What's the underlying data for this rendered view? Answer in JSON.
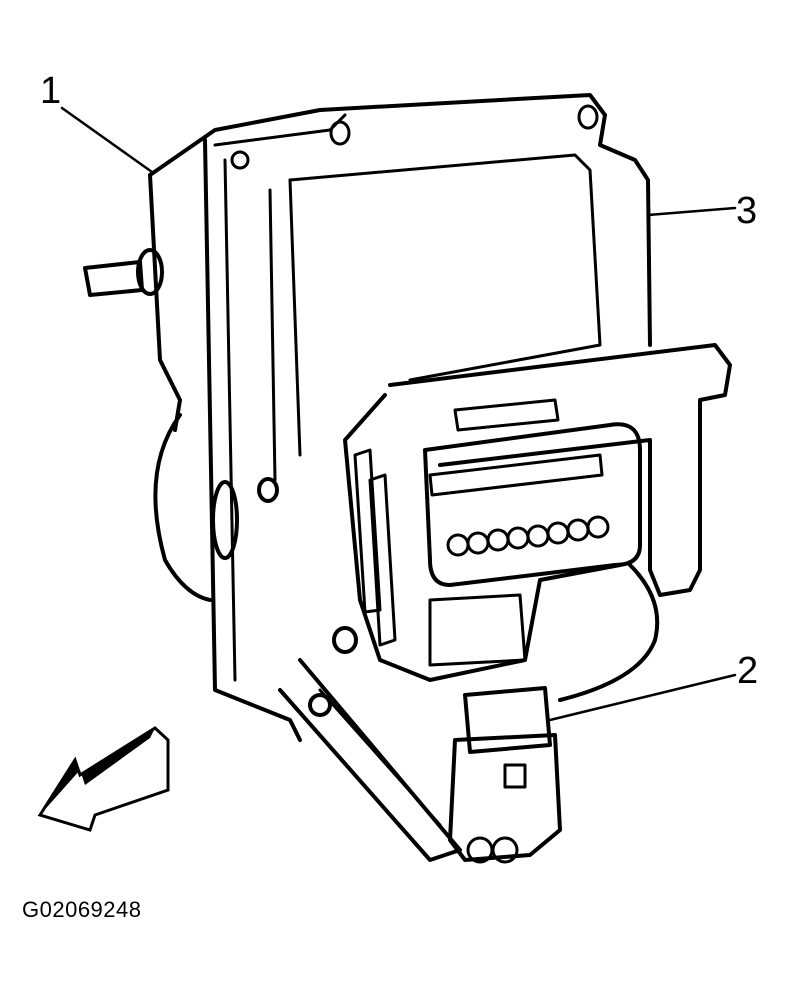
{
  "diagram": {
    "callouts": [
      {
        "id": "1",
        "label": "1"
      },
      {
        "id": "2",
        "label": "2"
      },
      {
        "id": "3",
        "label": "3"
      }
    ],
    "figure_id": "G02069248",
    "colors": {
      "ink": "#000000",
      "paper": "#ffffff"
    }
  }
}
